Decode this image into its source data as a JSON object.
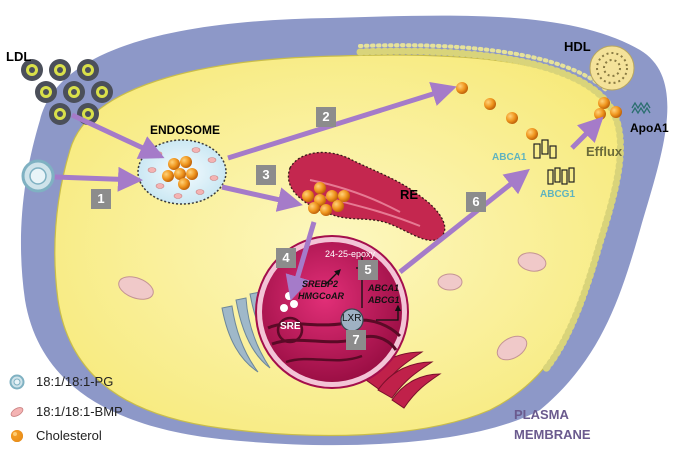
{
  "labels": {
    "ldl": "LDL",
    "hdl": "HDL",
    "apoa1": "ApoA1",
    "endosome": "ENDOSOME",
    "re": "RE",
    "abca1_membrane": "ABCA1",
    "abcg1_membrane": "ABCG1",
    "efflux": "Efflux",
    "epoxy": "24-25-epoxy",
    "srebp2": "SREBP2",
    "hmgcoar": "HMGCoAR",
    "abca1_nucleus": "ABCA1",
    "abcg1_nucleus": "ABCG1",
    "lxr": "LXR",
    "sre": "SRE",
    "plasma": "PLASMA",
    "membrane": "MEMBRANE"
  },
  "steps": [
    "1",
    "2",
    "3",
    "4",
    "5",
    "6",
    "7"
  ],
  "legend": [
    {
      "label": "18:1/18:1-PG",
      "icon": "pg-liposome-icon"
    },
    {
      "label": "18:1/18:1-BMP",
      "icon": "bmp-lipid-icon"
    },
    {
      "label": "Cholesterol",
      "icon": "cholesterol-icon"
    }
  ],
  "colors": {
    "membrane_blue": "#8d98c8",
    "cytoplasm": "#fbf3a0",
    "nucleus": "#c8185a",
    "arrow": "#a57bc9",
    "cholesterol": "#f0961e",
    "transporter_label": "#5fb3bf",
    "efflux_label": "#6b6b3a",
    "plasma_membrane_label": "#6a5a8e"
  }
}
